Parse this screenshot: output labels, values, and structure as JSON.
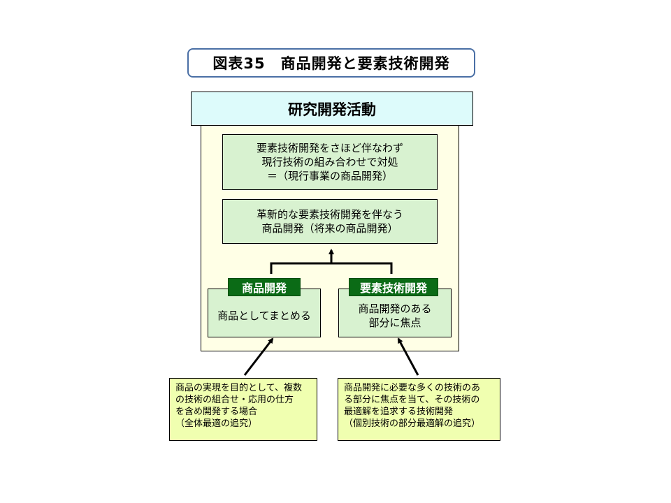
{
  "title": "図表35　商品開発と要素技術開発",
  "header": "研究開発活動",
  "box_current": {
    "lines": [
      "要素技術開発をさほど伴なわず",
      "現行技術の組み合わせで対処",
      "＝（現行事業の商品開発）"
    ]
  },
  "box_future": {
    "lines": [
      "革新的な要素技術開発を伴なう",
      "商品開発（将来の商品開発）"
    ]
  },
  "product_dev": {
    "tag": "商品開発",
    "lines": [
      "商品としてまとめる"
    ]
  },
  "element_dev": {
    "tag": "要素技術開発",
    "lines": [
      "商品開発のある",
      "部分に焦点"
    ]
  },
  "note_left": {
    "lines": [
      "商品の実現を目的として、複数",
      "の技術の組合せ・応用の仕方",
      "を含め開発する場合",
      "（全体最適の追究）"
    ]
  },
  "note_right": {
    "lines": [
      "商品開発に必要な多くの技術のあ",
      "る部分に焦点を当て、その技術の",
      "最適解を追求する技術開発",
      "（個別技術の部分最適解の追究）"
    ]
  },
  "colors": {
    "title_border": "#4a6fa5",
    "header_fill": "#ddfbfb",
    "panel_fill": "#ffffe6",
    "box_fill": "#d8f2d0",
    "tag_fill": "#0b6b16",
    "note_fill": "#f0ffb0"
  }
}
